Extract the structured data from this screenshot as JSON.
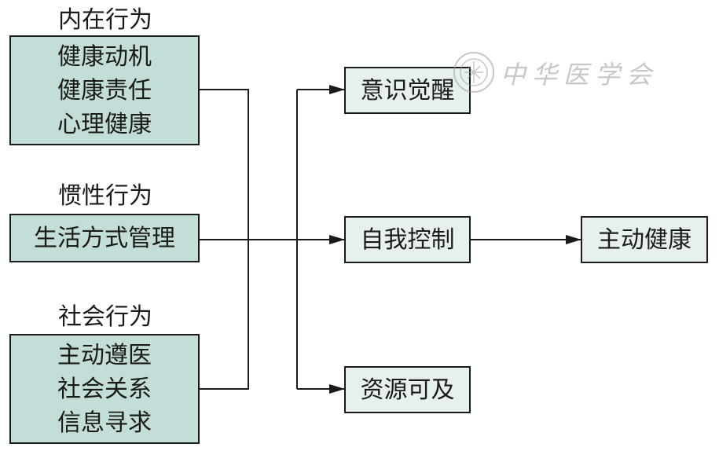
{
  "groups": {
    "internal": {
      "title": "内在行为",
      "items": [
        "健康动机",
        "健康责任",
        "心理健康"
      ]
    },
    "habitual": {
      "title": "惯性行为",
      "items": [
        "生活方式管理"
      ]
    },
    "social": {
      "title": "社会行为",
      "items": [
        "主动遵医",
        "社会关系",
        "信息寻求"
      ]
    }
  },
  "middle": [
    "意识觉醒",
    "自我控制",
    "资源可及"
  ],
  "outcome": "主动健康",
  "watermark": {
    "text": "中华医学会",
    "icon": "seal-emblem-icon"
  },
  "colors": {
    "dark_fill": "#c3ddd8",
    "light_fill": "#e6f1ee",
    "stroke": "#1a1a1a"
  }
}
